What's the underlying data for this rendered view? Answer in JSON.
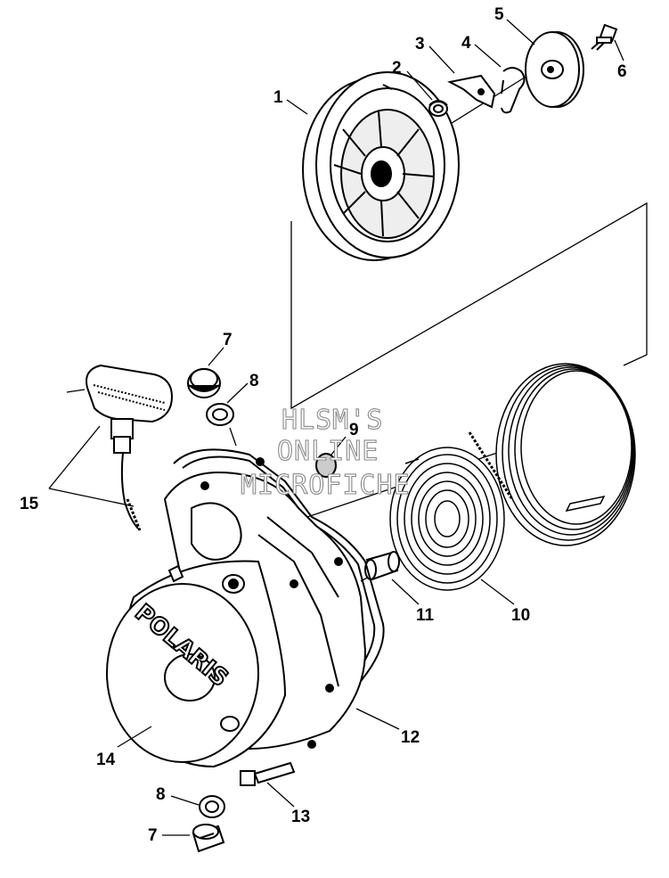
{
  "callouts": {
    "c1": "1",
    "c2": "2",
    "c3": "3",
    "c4": "4",
    "c5": "5",
    "c6": "6",
    "c7a": "7",
    "c8a": "8",
    "c9": "9",
    "c10": "10",
    "c11": "11",
    "c12": "12",
    "c13": "13",
    "c14": "14",
    "c15": "15",
    "c8b": "8",
    "c7b": "7"
  },
  "watermark": {
    "line1": "HLSM'S",
    "line2": "ONLINE",
    "line3": "MICROFICHE"
  },
  "brand_on_cover": "POLARIS"
}
